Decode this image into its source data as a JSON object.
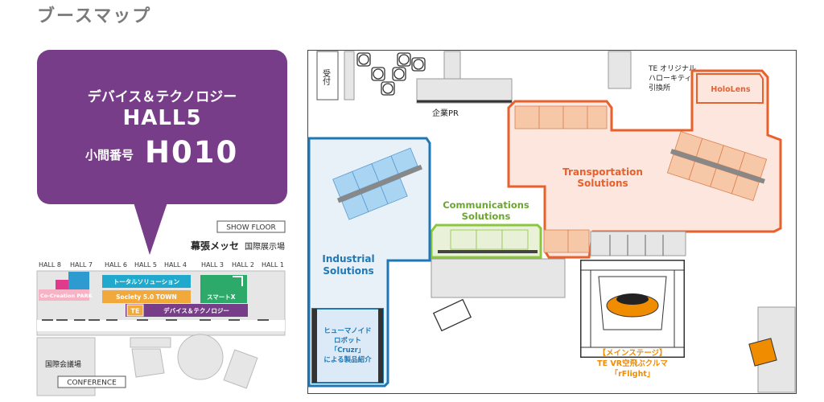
{
  "page": {
    "title": "ブースマップ"
  },
  "callout": {
    "category": "デバイス＆テクノロジー",
    "hall": "HALL5",
    "booth_label": "小間番号",
    "booth_number": "H010",
    "color": "#773d89"
  },
  "overview": {
    "show_floor_label": "SHOW FLOOR",
    "venue_name": "幕張メッセ",
    "venue_area": "国際展示場",
    "halls": [
      "HALL 8",
      "HALL 7",
      "HALL 6",
      "HALL 5",
      "HALL 4",
      "HALL 3",
      "HALL 2",
      "HALL 1"
    ],
    "zones": {
      "cocreation": "Co-Creation PARK",
      "total_solution": "トータルソリューション",
      "society": "Society 5.0 TOWN",
      "smart_x": "スマートX",
      "te_marker": "TE",
      "device_tech": "デバイス＆テクノロジー"
    },
    "conference_hall": "国際会議場",
    "conference_label": "CONFERENCE"
  },
  "floor": {
    "reception": "受付",
    "corporate_pr": "企業PR",
    "te_original": [
      "TE オリジナル",
      "ハローキティ",
      "引換所"
    ],
    "hololens": "HoloLens",
    "transportation": [
      "Transportation",
      "Solutions"
    ],
    "communications": [
      "Communications",
      "Solutions"
    ],
    "industrial": [
      "Industrial",
      "Solutions"
    ],
    "humanoid": [
      "ヒューマノイド",
      "ロボット",
      "「Cruzr」",
      "による製品紹介"
    ],
    "main_stage": [
      "【メインステージ】",
      "TE VR空飛ぶクルマ",
      "「rFlight」"
    ]
  },
  "colors": {
    "blue_zone": "#1f78b4",
    "green_zone": "#8cc63f",
    "orange_zone": "#e8602c",
    "main_stage_text": "#f08c00"
  }
}
